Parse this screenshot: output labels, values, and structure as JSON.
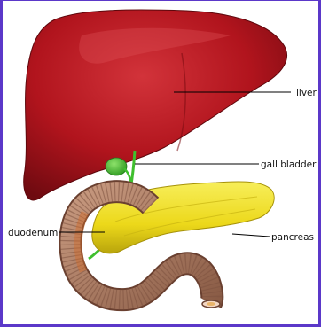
{
  "labels": {
    "liver": "liver",
    "gall_bladder": "gall bladder",
    "pancreas": "pancreas",
    "duodenum": "duodenum"
  },
  "colors": {
    "frame": "#5b38c9",
    "liver": "#a8141c",
    "gallbladder": "#3fbf2e",
    "pancreas": "#f1e21c",
    "duodenum": "#a97b62"
  }
}
